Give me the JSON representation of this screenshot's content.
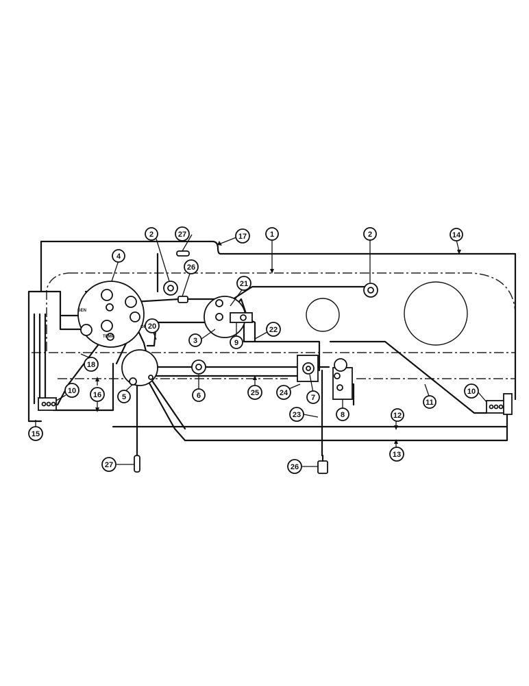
{
  "callouts": [
    {
      "id": "c1",
      "label": "1"
    },
    {
      "id": "c2a",
      "label": "2"
    },
    {
      "id": "c2b",
      "label": "2"
    },
    {
      "id": "c3",
      "label": "3"
    },
    {
      "id": "c4",
      "label": "4"
    },
    {
      "id": "c5",
      "label": "5"
    },
    {
      "id": "c6",
      "label": "6"
    },
    {
      "id": "c7",
      "label": "7"
    },
    {
      "id": "c8",
      "label": "8"
    },
    {
      "id": "c9",
      "label": "9"
    },
    {
      "id": "c10a",
      "label": "10"
    },
    {
      "id": "c10b",
      "label": "10"
    },
    {
      "id": "c11",
      "label": "11"
    },
    {
      "id": "c12",
      "label": "12"
    },
    {
      "id": "c13",
      "label": "13"
    },
    {
      "id": "c14",
      "label": "14"
    },
    {
      "id": "c15",
      "label": "15"
    },
    {
      "id": "c16",
      "label": "16"
    },
    {
      "id": "c17",
      "label": "17"
    },
    {
      "id": "c18",
      "label": "18"
    },
    {
      "id": "c20",
      "label": "20"
    },
    {
      "id": "c21",
      "label": "21"
    },
    {
      "id": "c22",
      "label": "22"
    },
    {
      "id": "c23",
      "label": "23"
    },
    {
      "id": "c24",
      "label": "24"
    },
    {
      "id": "c25",
      "label": "25"
    },
    {
      "id": "c26a",
      "label": "26"
    },
    {
      "id": "c26b",
      "label": "26"
    },
    {
      "id": "c27a",
      "label": "27"
    },
    {
      "id": "c27b",
      "label": "27"
    }
  ],
  "gauge_labels": {
    "gen": "GEN",
    "oil": "OIL",
    "temp": "TEMP"
  }
}
